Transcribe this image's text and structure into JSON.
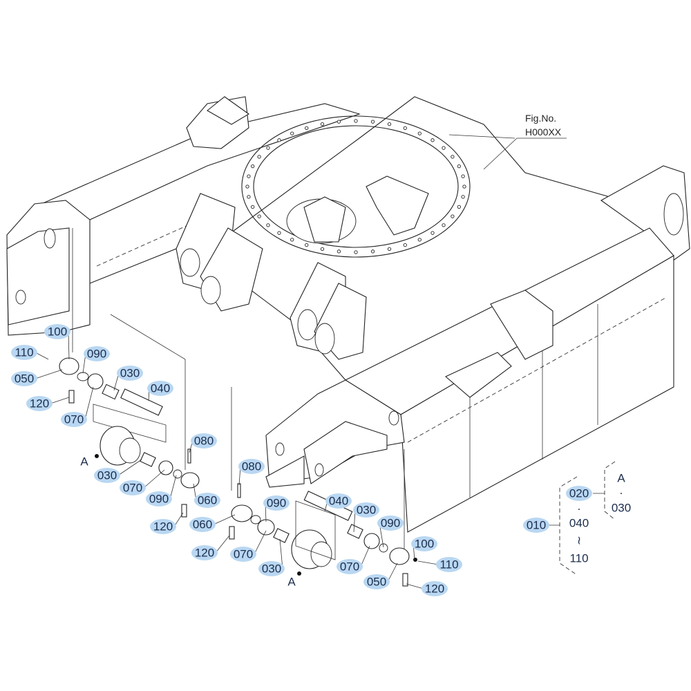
{
  "figure": {
    "label": "Fig.No.",
    "number": "H000XX"
  },
  "accent_colors": {
    "highlight": "#b9d7f2",
    "text": "#1c2d4c"
  },
  "left_roller_callouts": [
    "100",
    "110",
    "090",
    "050",
    "030",
    "040",
    "120",
    "070",
    "080",
    "A",
    "030",
    "070",
    "090",
    "060",
    "120"
  ],
  "right_roller_callouts": [
    "080",
    "090",
    "060",
    "040",
    "030",
    "090",
    "100",
    "110",
    "120",
    "070",
    "030",
    "A",
    "070",
    "050",
    "120"
  ],
  "legend": {
    "assembly": "010",
    "sub_assembly": "020",
    "dot1": "·",
    "range_start": "040",
    "range_sep": "≀",
    "range_end": "110",
    "sub_a": "A",
    "dot2": "·",
    "sub_end": "030"
  }
}
